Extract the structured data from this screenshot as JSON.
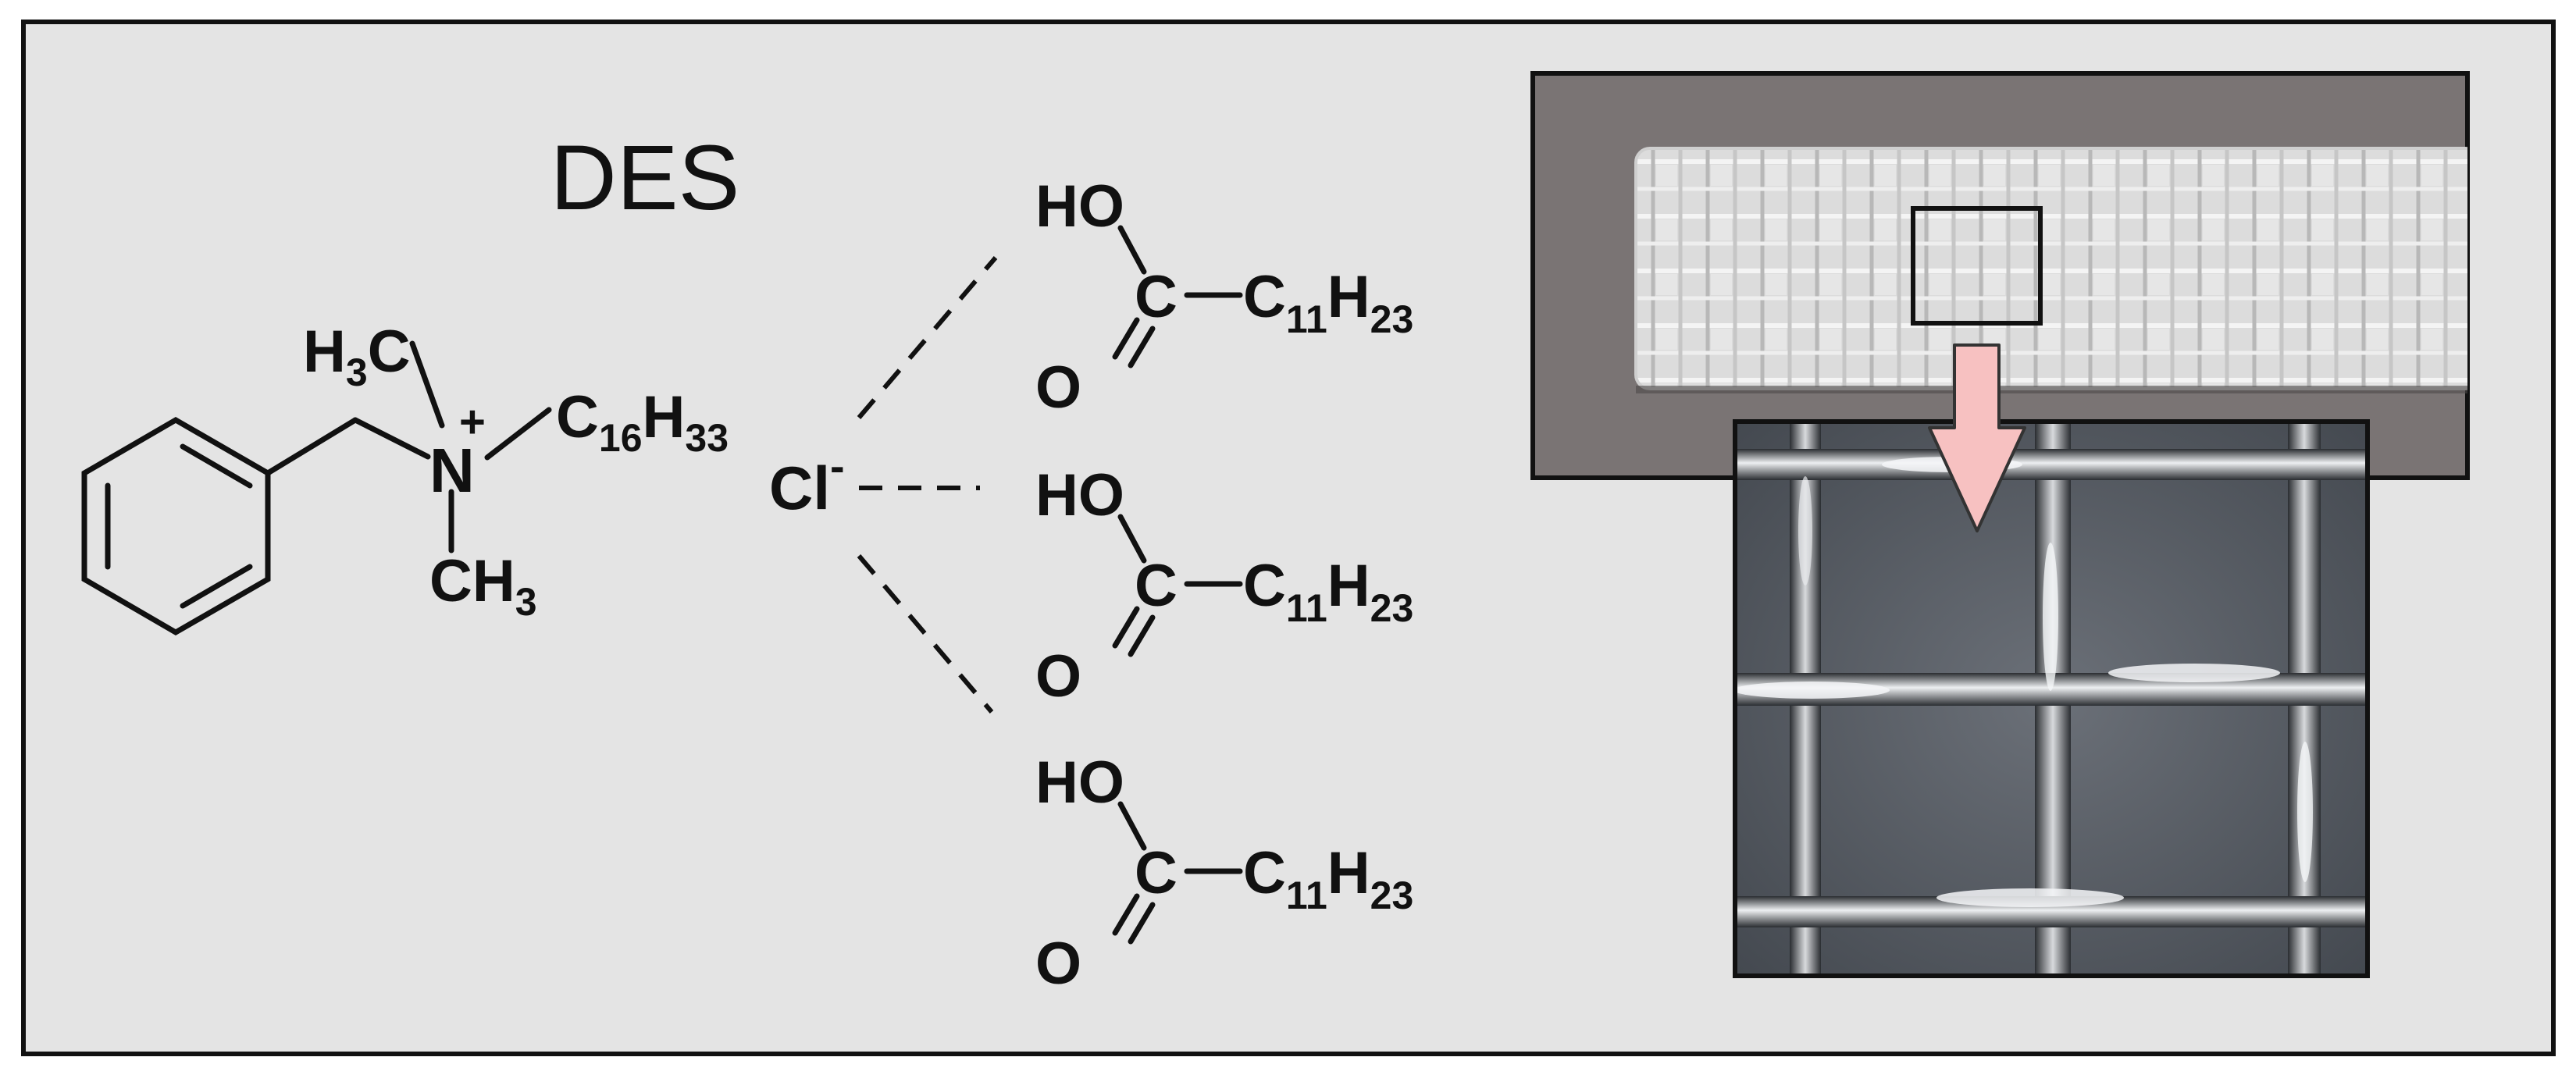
{
  "title": "DES",
  "cation": {
    "methyl_top": {
      "main": "H",
      "sub": "3",
      "tail": "C"
    },
    "nitrogen": "N",
    "charge": "+",
    "alkyl": {
      "c": "C",
      "c_sub": "16",
      "h": "H",
      "h_sub": "33"
    },
    "methyl_bottom": {
      "main": "CH",
      "sub": "3"
    }
  },
  "anion": {
    "symbol": "Cl",
    "charge": "-"
  },
  "acids": [
    {
      "oh": "HO",
      "c": "C",
      "o": "O",
      "chain_c": "C",
      "chain_c_sub": "11",
      "chain_h": "H",
      "chain_h_sub": "23"
    },
    {
      "oh": "HO",
      "c": "C",
      "o": "O",
      "chain_c": "C",
      "chain_c_sub": "11",
      "chain_h": "H",
      "chain_h_sub": "23"
    },
    {
      "oh": "HO",
      "c": "C",
      "o": "O",
      "chain_c": "C",
      "chain_c_sub": "11",
      "chain_h": "H",
      "chain_h_sub": "23"
    }
  ],
  "colors": {
    "panel_background": "#e4e4e4",
    "panel_border": "#111111",
    "photo_background": "#7a7474",
    "mesh_wire": "#e8e8e8",
    "micrograph_background": "#565b63",
    "arrow_fill": "#f7c1c1",
    "arrow_stroke": "#333333"
  }
}
